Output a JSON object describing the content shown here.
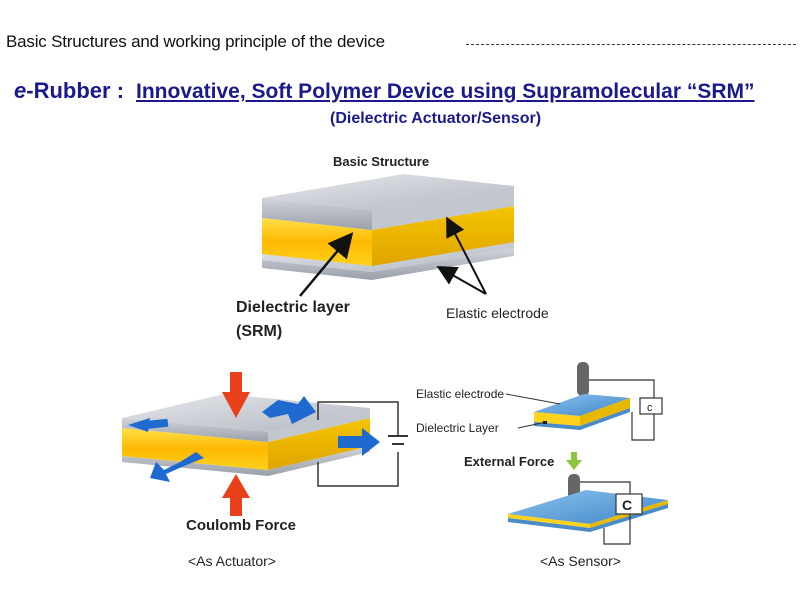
{
  "header": {
    "title": "Basic Structures and working principle of the device"
  },
  "headline": {
    "brand_prefix": "e",
    "brand_suffix": "-Rubber :",
    "title": "Innovative, Soft Polymer Device using Supramolecular “SRM”",
    "subtitle": "(Dielectric Actuator/Sensor)"
  },
  "basic_structure": {
    "title": "Basic  Structure",
    "dielectric_label_line1": "Dielectric layer",
    "dielectric_label_line2": "(SRM)",
    "electrode_label": "Elastic electrode"
  },
  "actuator": {
    "force_label": "Coulomb Force",
    "caption": "<As Actuator>"
  },
  "sensor": {
    "electrode_label": "Elastic electrode",
    "dielectric_label": "Dielectric Layer",
    "external_force_label": "External Force",
    "cap_label_top": "c",
    "cap_label_bottom": "C",
    "caption": "<As Sensor>"
  },
  "colors": {
    "title_blue": "#1a1a8c",
    "dielectric_yellow": "#ffd21e",
    "electrode_gray": "#c8cdd6",
    "sensor_blue": "#5b9fd6",
    "force_red": "#e8401a",
    "expand_blue": "#1e6ad0",
    "external_force_green": "#8cc63f"
  }
}
